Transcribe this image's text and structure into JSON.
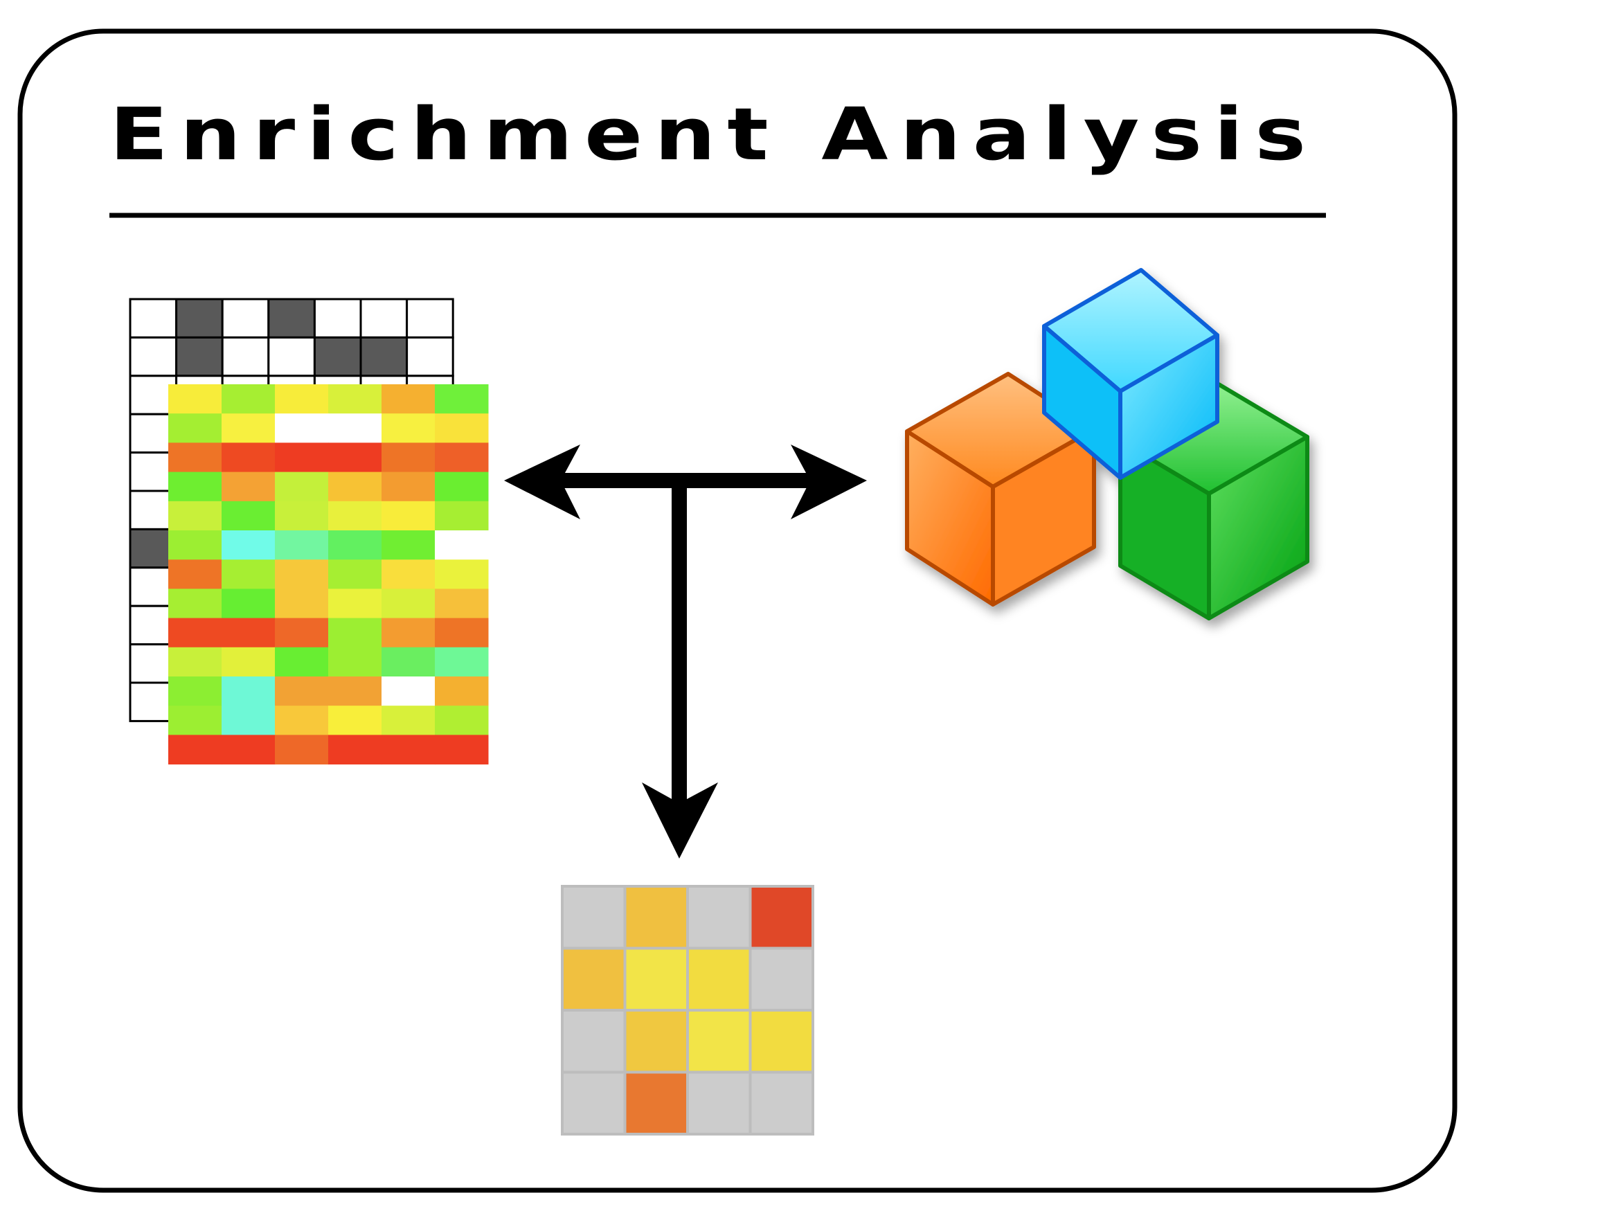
{
  "title": "Enrichment Analysis",
  "colors": {
    "frame": "#000000",
    "background": "#ffffff",
    "binary_filled": "#595959",
    "binary_empty": "#ffffff",
    "cube_orange": "#ff7a10",
    "cube_blue": "#20c8ff",
    "cube_green": "#10c020",
    "result_gray": "#cccccc"
  },
  "icons": {
    "binary_matrix": "binary-matrix-icon",
    "expression_heatmap": "expression-heatmap-icon",
    "gene_sets": "gene-set-cubes-icon",
    "result_matrix": "result-heatmap-icon",
    "arrows": "bidirectional-t-arrow-icon"
  },
  "binary_matrix": [
    [
      0,
      1,
      0,
      1,
      0,
      0,
      0
    ],
    [
      0,
      1,
      0,
      0,
      1,
      1,
      0
    ],
    [
      0,
      0,
      0,
      0,
      0,
      0,
      0
    ],
    [
      0,
      0,
      0,
      0,
      0,
      0,
      0
    ],
    [
      0,
      0,
      0,
      0,
      0,
      0,
      0
    ],
    [
      0,
      0,
      0,
      0,
      0,
      0,
      0
    ],
    [
      1,
      0,
      0,
      0,
      0,
      0,
      0
    ],
    [
      0,
      0,
      0,
      0,
      0,
      0,
      0
    ],
    [
      0,
      0,
      0,
      0,
      0,
      0,
      0
    ],
    [
      0,
      0,
      0,
      0,
      0,
      0,
      0
    ],
    [
      0,
      0,
      0,
      0,
      0,
      0,
      0
    ]
  ],
  "expression_heatmap": [
    [
      "#f7ec3a",
      "#a6ee32",
      "#f7ec3a",
      "#d8f03a",
      "#f5b030",
      "#6ff03a"
    ],
    [
      "#a4ee32",
      "#f7f040",
      "#ffffff",
      "#ffffff",
      "#f7f040",
      "#f9e23a"
    ],
    [
      "#ee7426",
      "#ee4a22",
      "#ee3c22",
      "#ee3c22",
      "#ee7426",
      "#ee6028"
    ],
    [
      "#6eee30",
      "#f4a234",
      "#c4f03a",
      "#f7c234",
      "#f39c30",
      "#6aee30"
    ],
    [
      "#c8f03a",
      "#6aee32",
      "#c8f03a",
      "#e8f03c",
      "#f8ec3a",
      "#a6ee32"
    ],
    [
      "#9cee32",
      "#70fbe8",
      "#72f6a0",
      "#62f060",
      "#70ee32",
      "#ffffff"
    ],
    [
      "#ee7426",
      "#a6ee32",
      "#f6c83a",
      "#a6ee32",
      "#f9de3c",
      "#eaf23c"
    ],
    [
      "#a6ee32",
      "#66ee32",
      "#f6c83a",
      "#eaf23c",
      "#d8f03a",
      "#f6c03a"
    ],
    [
      "#ee4a22",
      "#ee4a22",
      "#ee6828",
      "#9cee32",
      "#f39c30",
      "#ee7426"
    ],
    [
      "#c8f03a",
      "#e2f03a",
      "#68ee32",
      "#9cee32",
      "#6aee60",
      "#6ef896"
    ],
    [
      "#8cee32",
      "#6ef8d6",
      "#f2a234",
      "#f2a234",
      "#ffffff",
      "#f4b030"
    ],
    [
      "#9cee32",
      "#6ef8d6",
      "#f8c83a",
      "#f8ee3a",
      "#d8f03a",
      "#b0ee32"
    ],
    [
      "#ee3c22",
      "#ee3c22",
      "#ee6828",
      "#ee3c22",
      "#ee3c22",
      "#ee3c22"
    ]
  ],
  "result_matrix": [
    [
      "#cccccc",
      "#f0c040",
      "#cccccc",
      "#e04828"
    ],
    [
      "#f0c040",
      "#f2e448",
      "#f2dc40",
      "#cccccc"
    ],
    [
      "#cccccc",
      "#f0c840",
      "#f2e448",
      "#f2dc40"
    ],
    [
      "#cccccc",
      "#e87830",
      "#cccccc",
      "#cccccc"
    ]
  ]
}
